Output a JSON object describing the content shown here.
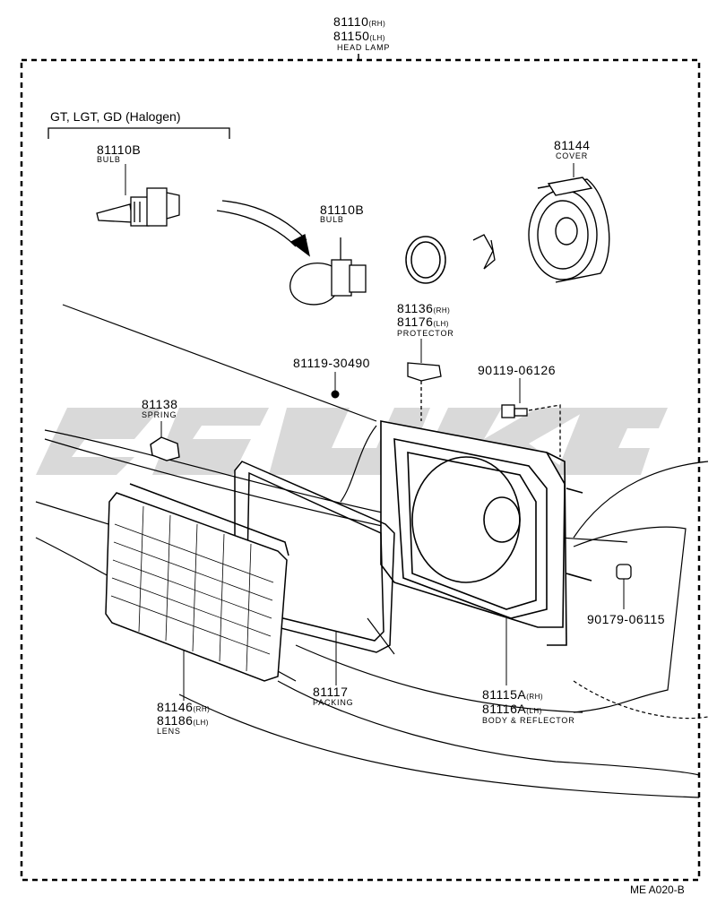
{
  "header": {
    "part_rh": "81110",
    "side_rh": "(RH)",
    "part_lh": "81150",
    "side_lh": "(LH)",
    "name": "HEAD LAMP"
  },
  "variant_label": "GT, LGT, GD (Halogen)",
  "callouts": {
    "bulb_halogen": {
      "part": "81110B",
      "name": "BULB"
    },
    "bulb_std": {
      "part": "81110B",
      "name": "BULB"
    },
    "cover": {
      "part": "81144",
      "name": "COVER"
    },
    "protector": {
      "part_rh": "81136",
      "side_rh": "(RH)",
      "part_lh": "81176",
      "side_lh": "(LH)",
      "name": "PROTECTOR"
    },
    "screw": {
      "part": "81119-30490"
    },
    "screw2": {
      "part": "90119-06126"
    },
    "spring": {
      "part": "81138",
      "name": "SPRING"
    },
    "nut": {
      "part": "90179-06115"
    },
    "lens": {
      "part_rh": "81146",
      "side_rh": "(RH)",
      "part_lh": "81186",
      "side_lh": "(LH)",
      "name": "LENS"
    },
    "packing": {
      "part": "81117",
      "name": "PACKING"
    },
    "body": {
      "part_rh": "81115A",
      "side_rh": "(RH)",
      "part_lh": "81116A",
      "side_lh": "(LH)",
      "name": "BODY & REFLECTOR"
    }
  },
  "diagram_code": "ME A020-B"
}
